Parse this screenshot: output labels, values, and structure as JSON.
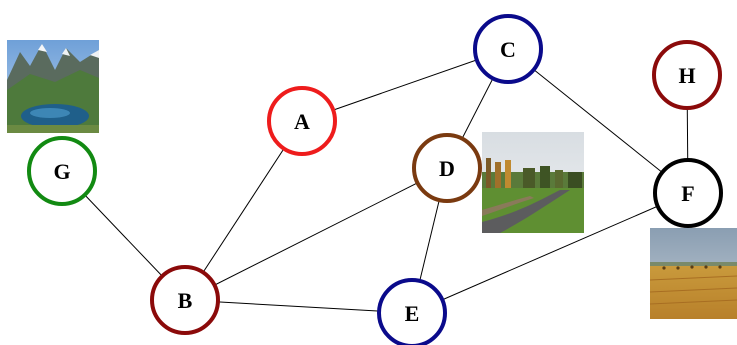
{
  "graph": {
    "nodes": [
      {
        "id": "A",
        "label": "A",
        "color": "#ee1c1c"
      },
      {
        "id": "B",
        "label": "B",
        "color": "#8b0a0a"
      },
      {
        "id": "C",
        "label": "C",
        "color": "#0a0a8b"
      },
      {
        "id": "D",
        "label": "D",
        "color": "#7a3a10"
      },
      {
        "id": "E",
        "label": "E",
        "color": "#0a0a8b"
      },
      {
        "id": "F",
        "label": "F",
        "color": "#000000"
      },
      {
        "id": "G",
        "label": "G",
        "color": "#128a12"
      },
      {
        "id": "H",
        "label": "H",
        "color": "#8b0a0a"
      }
    ],
    "edges": [
      [
        "A",
        "B"
      ],
      [
        "A",
        "C"
      ],
      [
        "C",
        "D"
      ],
      [
        "C",
        "F"
      ],
      [
        "D",
        "B"
      ],
      [
        "D",
        "E"
      ],
      [
        "B",
        "E"
      ],
      [
        "E",
        "F"
      ],
      [
        "F",
        "H"
      ],
      [
        "G",
        "B"
      ]
    ],
    "images": [
      {
        "node": "G",
        "scene": "mountain-lake-photo"
      },
      {
        "node": "D",
        "scene": "country-road-photo"
      },
      {
        "node": "F",
        "scene": "wheat-field-photo"
      }
    ]
  }
}
